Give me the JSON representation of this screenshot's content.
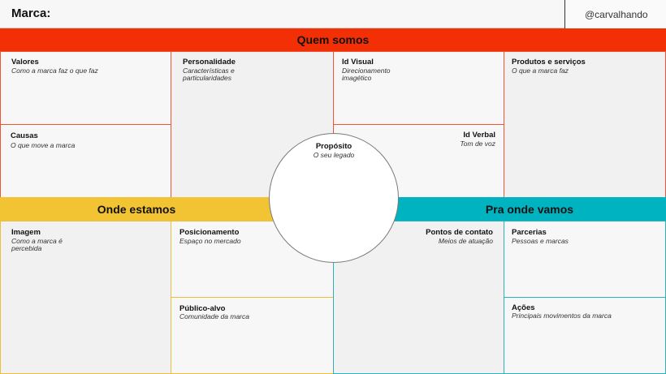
{
  "header": {
    "brand_label": "Marca:",
    "handle": "@carvalhando"
  },
  "sections": {
    "quem_somos": "Quem somos",
    "onde_estamos": "Onde estamos",
    "pra_onde_vamos": "Pra onde vamos"
  },
  "quem_somos": {
    "valores": {
      "title": "Valores",
      "desc": "Como a marca faz o que faz"
    },
    "causas": {
      "title": "Causas",
      "desc": "O que move a marca"
    },
    "personalidade": {
      "title": "Personalidade",
      "desc_lines": [
        "Características e",
        "particularidades"
      ]
    },
    "id_visual": {
      "title": "Id Visual",
      "desc_lines": [
        "Direcionamento",
        "imagético"
      ]
    },
    "id_verbal": {
      "title": "Id Verbal",
      "desc": "Tom de voz"
    },
    "produtos": {
      "title": "Produtos e serviços",
      "desc": "O que a marca faz"
    }
  },
  "proposito": {
    "title": "Propósito",
    "desc": "O seu legado"
  },
  "onde_estamos": {
    "imagem": {
      "title": "Imagem",
      "desc_lines": [
        "Como a marca é",
        "percebida"
      ]
    },
    "posicionamento": {
      "title": "Posicionamento",
      "desc": "Espaço no mercado"
    },
    "publico": {
      "title": "Público-alvo",
      "desc": "Comunidade da marca"
    }
  },
  "pra_onde_vamos": {
    "pontos": {
      "title": "Pontos de contato",
      "desc": "Meios de atuação"
    },
    "parcerias": {
      "title": "Parcerias",
      "desc": "Pessoas e marcas"
    },
    "acoes": {
      "title": "Ações",
      "desc": "Principais movimentos da marca"
    }
  },
  "colors": {
    "quem_somos": "#f32f06",
    "onde_estamos": "#f2c332",
    "pra_onde_vamos": "#00b3c0"
  }
}
